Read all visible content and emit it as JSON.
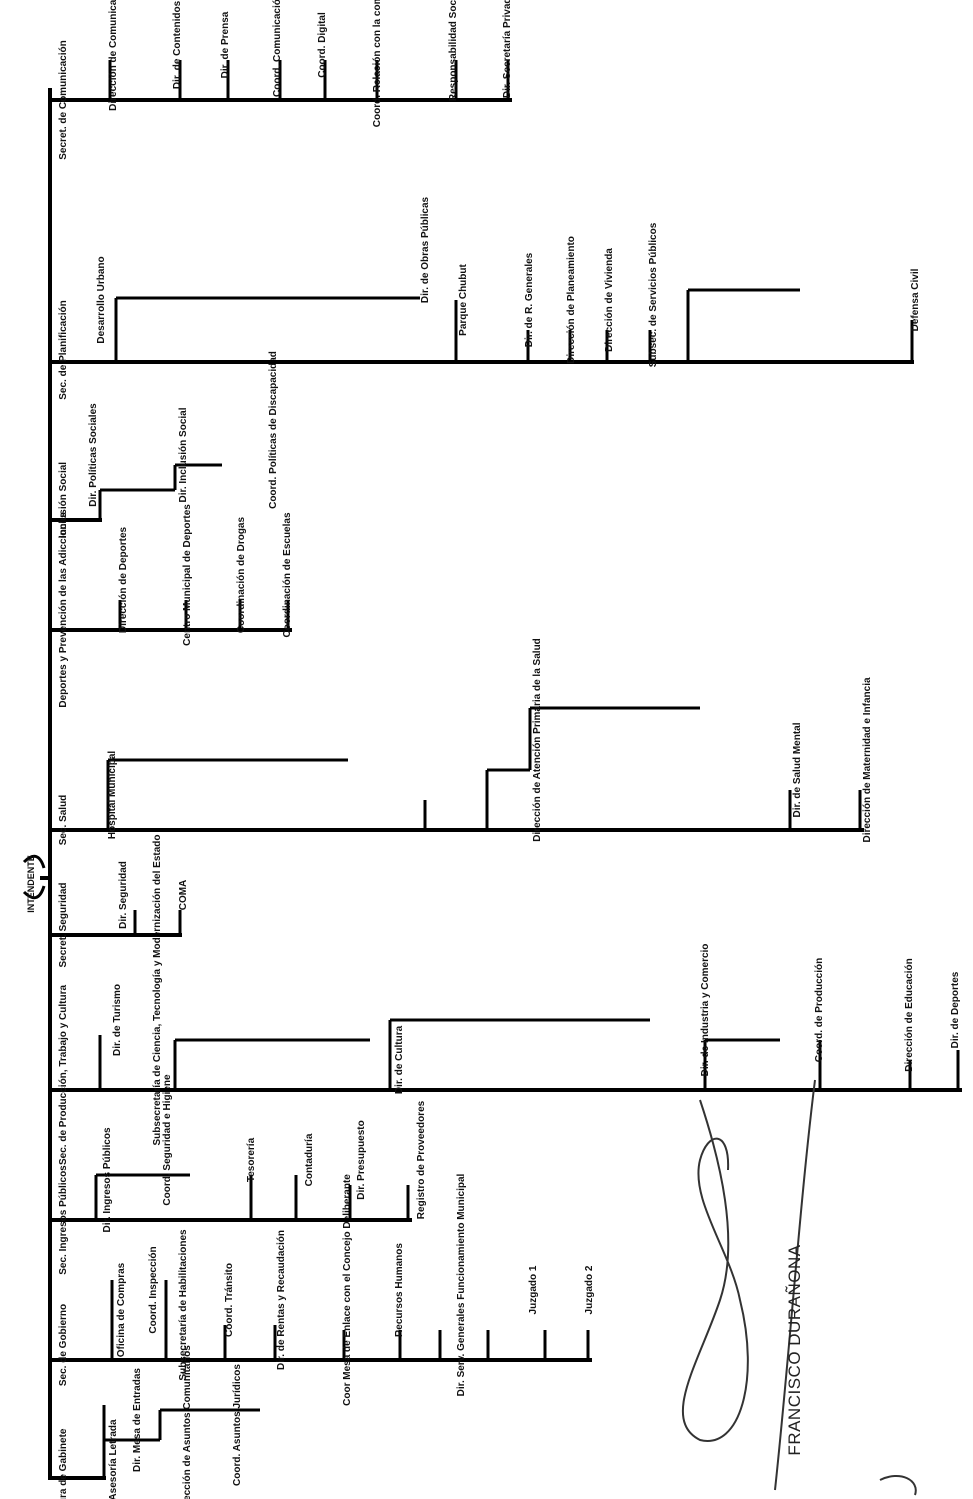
{
  "root": "INTENDENTE",
  "departments": [
    {
      "label": "Jefatura de Gabinete",
      "children": [
        "Asesoría Letrada",
        "Dir. Mesa de Entradas",
        "Dirección de Asuntos Comunitarios",
        "Coord. Asuntos Jurídicos"
      ]
    },
    {
      "label": "Sec. de Gobierno",
      "children": [
        "Oficina de Compras",
        "Coord. Inspección",
        "Subsecretaría de Habilitaciones",
        "Coord. Tránsito",
        "Dir. de Rentas y Recaudación",
        "Coor Mesa de Enlace con el Concejo Deliberante",
        "Recursos Humanos",
        "Dir. Serv. Generales Funcionamiento Municipal",
        "Juzgado 1",
        "Juzgado 2"
      ]
    },
    {
      "label": "Sec. Ingresos Públicos",
      "children": [
        "Dir. Ingresos Públicos",
        "Coord. Seguridad e Higiene",
        "Tesorería",
        "Contaduría",
        "Dir. Presupuesto",
        "Registro de Proveedores"
      ]
    },
    {
      "label": "Sec. de Producción, Trabajo y Cultura",
      "children": [
        "Dir. de Turismo",
        "Subsecretaría de Ciencia, Tecnología y Modernización del Estado",
        "Dir. de Cultura",
        "Dir. de Industria y Comercio",
        "Coord. de Producción",
        "Dirección de Educación",
        "Dir. de Deportes"
      ]
    },
    {
      "label": "Secret. Seguridad",
      "children": [
        "Dir. Seguridad",
        "COMA"
      ]
    },
    {
      "label": "Sec. Salud",
      "children": [
        "Hospital Municipal",
        "Dirección de Atención Primaria de la Salud",
        "Dir. de Salud Mental",
        "Dirección de Maternidad e Infancia"
      ]
    },
    {
      "label": "Deportes y Prevención de las Adicciones",
      "children": [
        "Dirección de Deportes",
        "Centro Municipal de Deportes",
        "Coordinación de Drogas",
        "Coordinación de Escuelas"
      ]
    },
    {
      "label": "Inclusión Social",
      "children": [
        "Dir. Políticas Sociales",
        "Dir. Inclusión Social",
        "Coord. Políticas de Discapacidad"
      ]
    },
    {
      "label": "Sec. de Planificación",
      "children": [
        "Desarrollo Urbano",
        "Dir. de Obras Públicas",
        "Parque Chubut",
        "Dir. de R. Generales",
        "Dirección de Planeamiento",
        "Dirección de Vivienda",
        "Subsec. de Servicios Públicos",
        "Defensa Civil"
      ]
    },
    {
      "label": "Secret. de Comunicación",
      "children": [
        "Dirección de Comunicación",
        "Dir. de Contenidos",
        "Dir. de Prensa",
        "Coord. Comunicación",
        "Coord. Digital",
        "Coord. Relación con la comunidad",
        "Responsabilidad Social",
        "Dir. Secretaría Privada"
      ]
    }
  ],
  "signature": "FRANCISCO DURAÑONA"
}
